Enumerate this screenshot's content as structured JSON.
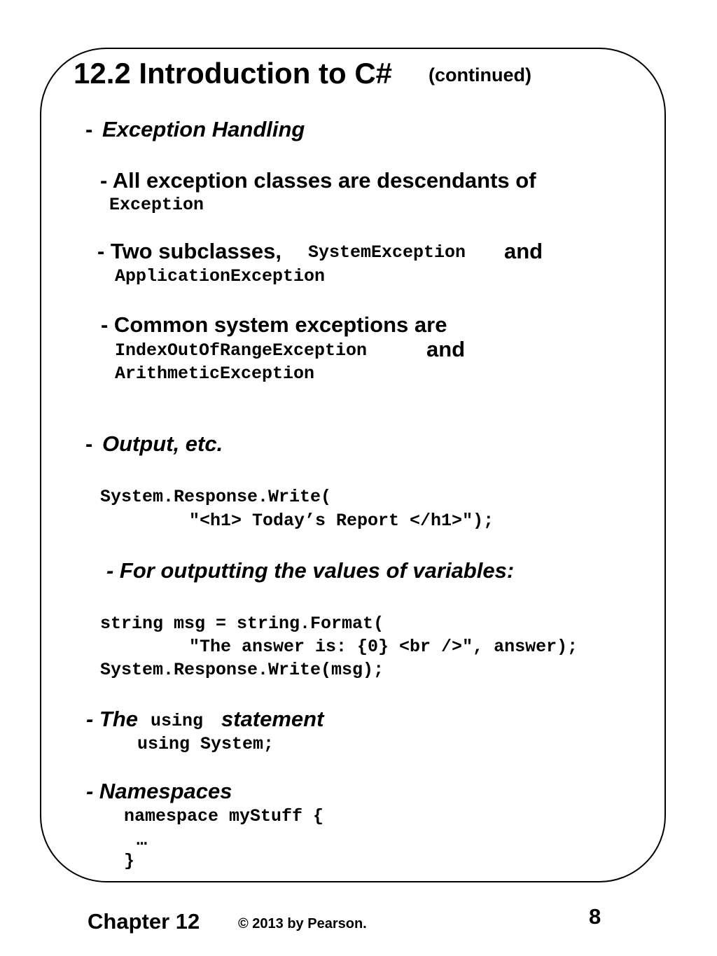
{
  "slide": {
    "title": "12.2 Introduction to C#",
    "title_suffix": "(continued)",
    "exception_dash": "-",
    "exception_heading": "Exception Handling",
    "b1_text": "- All exception classes are descendants of",
    "b1_code": "Exception",
    "b2_text": "- Two subclasses,",
    "b2_code1": "SystemException",
    "b2_and": "and",
    "b2_code2": "ApplicationException",
    "b3_text": "- Common system exceptions are",
    "b3_code1": "IndexOutOfRangeException",
    "b3_and": "and",
    "b3_code2": "ArithmeticException",
    "output_dash": "-",
    "output_heading": "Output, etc.",
    "code1_line1": "System.Response.Write(",
    "code1_line2": "\"<h1> Today’s Report </h1>\");",
    "variables_note": "- For outputting the values of variables:",
    "code2_line1": "string msg = string.Format(",
    "code2_line2": "\"The answer is: {0} <br />\", answer);",
    "code2_line3": "System.Response.Write(msg);",
    "using_prefix": "- The",
    "using_code": "using",
    "using_suffix": "statement",
    "using_example": "using System;",
    "namespaces_heading": "- Namespaces",
    "ns_line1": "namespace myStuff {",
    "ns_line2": "…",
    "ns_line3": "}"
  },
  "footer": {
    "chapter": "Chapter 12",
    "copyright": "© 2013 by Pearson.",
    "page_number": "8"
  }
}
